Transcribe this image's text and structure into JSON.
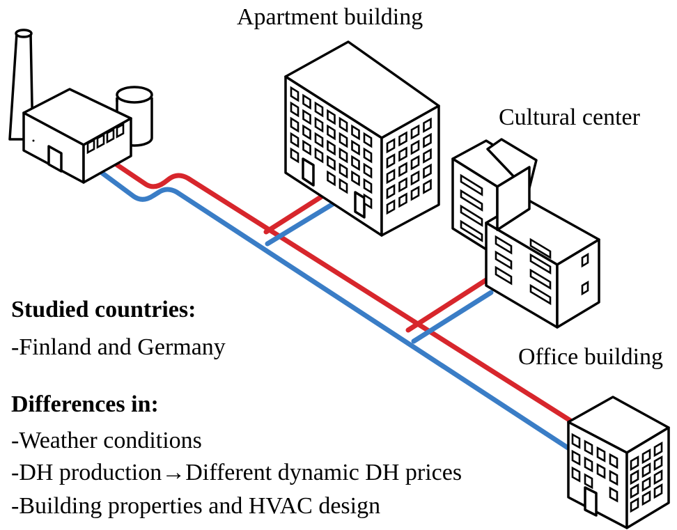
{
  "labels": {
    "apartment": "Apartment building",
    "cultural": "Cultural center",
    "office": "Office building"
  },
  "studied": {
    "heading": "Studied countries:",
    "items": [
      "-Finland and Germany"
    ]
  },
  "differences": {
    "heading": "Differences in:",
    "items": [
      "-Weather conditions",
      "-DH production→Different dynamic DH prices",
      "-Building properties and HVAC design"
    ]
  },
  "colors": {
    "supply_pipe": "#d7262c",
    "return_pipe": "#3a7dc6"
  }
}
